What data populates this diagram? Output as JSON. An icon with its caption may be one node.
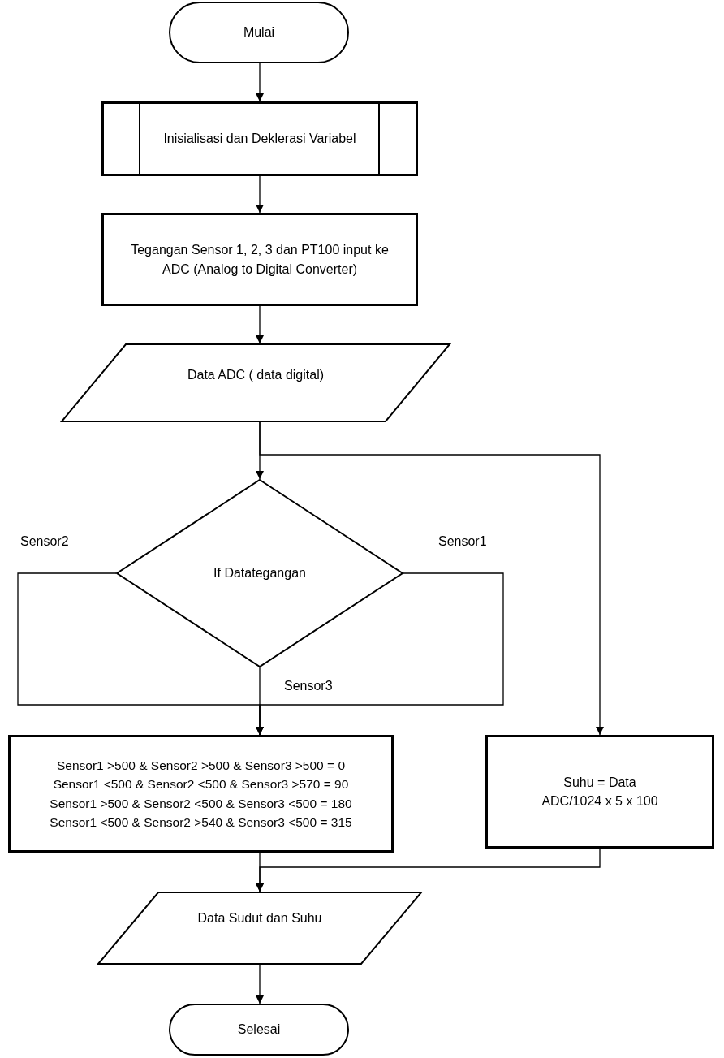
{
  "diagram": {
    "nodes": [
      {
        "text": [
          "Mulai"
        ]
      },
      {
        "text": [
          "Inisialisasi dan Deklerasi Variabel"
        ]
      },
      {
        "text": [
          "Tegangan Sensor 1, 2, 3 dan PT100 input ke ADC (Analog to Digital Converter)"
        ]
      },
      {
        "text": [
          "Data ADC ( data digital)"
        ]
      },
      {
        "text": [
          "If Datategangan"
        ]
      },
      {
        "text": [
          "Sensor1 >500 & Sensor2 >500 & Sensor3 >500 = 0",
          "Sensor1 <500 & Sensor2 <500 & Sensor3 >570 = 90",
          "Sensor1 >500 & Sensor2 <500 & Sensor3 <500 = 180",
          "Sensor1 <500 & Sensor2 >540 & Sensor3 <500 = 315"
        ]
      },
      {
        "text": [
          "Suhu = Data ADC/1024 x 5 x 100"
        ]
      },
      {
        "text": [
          "Data Sudut dan Suhu"
        ]
      },
      {
        "text": [
          "Selesai"
        ]
      }
    ],
    "edges": [
      {
        "from": 0,
        "to": 1,
        "arrow": "to"
      },
      {
        "from": 1,
        "to": 2,
        "arrow": "to"
      },
      {
        "from": 2,
        "to": 3,
        "arrow": "to"
      },
      {
        "from": 3,
        "to": 4,
        "arrow": "to"
      },
      {
        "from": 3,
        "to": 6,
        "arrow": "to"
      },
      {
        "from": 4,
        "to": 5,
        "label": "Sensor2",
        "arrow": "to"
      },
      {
        "from": 4,
        "to": 5,
        "label": "Sensor1",
        "arrow": "to"
      },
      {
        "from": 4,
        "to": 5,
        "label": "Sensor3",
        "arrow": "to"
      },
      {
        "from": 5,
        "to": 7,
        "arrow": "to"
      },
      {
        "from": 6,
        "to": 7,
        "arrow": "to"
      },
      {
        "from": 7,
        "to": 8,
        "arrow": "to"
      }
    ]
  }
}
